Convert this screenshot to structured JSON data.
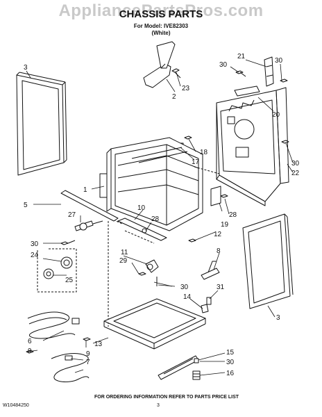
{
  "watermark": "AppliancePartsPros.com",
  "title": "CHASSIS PARTS",
  "model_line": "For Model: IVE82303",
  "color_line": "(White)",
  "footer": {
    "doc_code": "W10484250",
    "ordering_note": "FOR ORDERING INFORMATION REFER TO PARTS PRICE LIST",
    "page": "3"
  },
  "callouts": [
    "1",
    "2",
    "3",
    "3",
    "5",
    "6",
    "7",
    "8",
    "9",
    "9",
    "10",
    "11",
    "12",
    "13",
    "14",
    "15",
    "16",
    "17",
    "18",
    "19",
    "20",
    "21",
    "22",
    "23",
    "24",
    "25",
    "27",
    "28",
    "28",
    "29",
    "30",
    "30",
    "30",
    "30",
    "30",
    "30",
    "31"
  ]
}
